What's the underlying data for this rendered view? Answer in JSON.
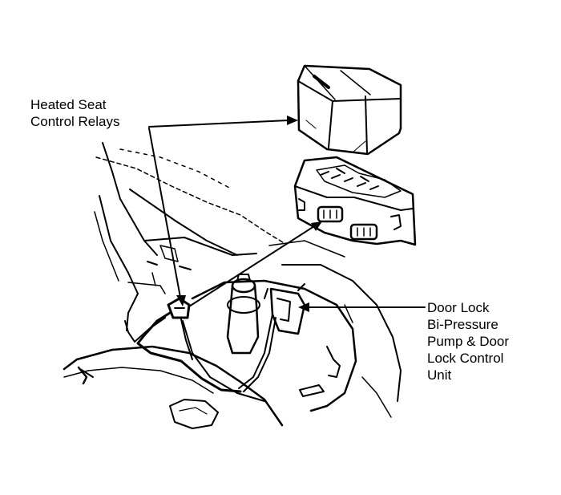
{
  "callouts": {
    "heated_seat_relays": {
      "line1": "Heated Seat",
      "line2": "Control Relays"
    },
    "door_lock_unit": {
      "line1": "Door Lock",
      "line2": "Bi-Pressure",
      "line3": "Pump & Door",
      "line4": "Lock Control",
      "line5": "Unit"
    }
  },
  "colors": {
    "ink": "#000000",
    "paper": "#ffffff"
  }
}
